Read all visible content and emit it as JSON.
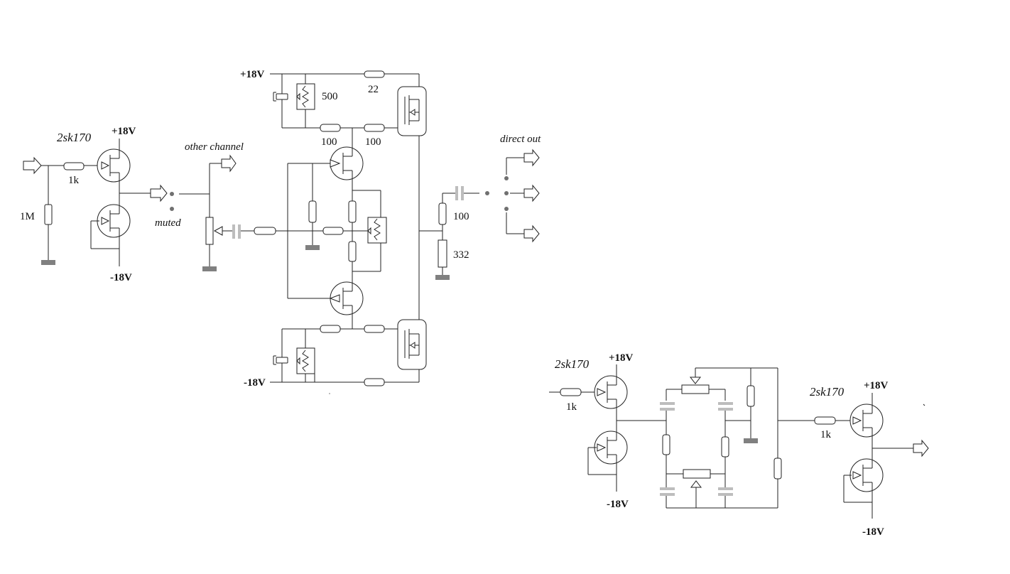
{
  "labels": {
    "jfet_part_1": "2sk170",
    "jfet_part_2": "2sk170",
    "jfet_part_3": "2sk170",
    "pos_supply_buffer1": "+18V",
    "neg_supply_buffer1": "-18V",
    "pos_supply_main": "+18V",
    "neg_supply_main": "-18V",
    "pos_supply_buffer2": "+18V",
    "neg_supply_buffer2": "-18V",
    "pos_supply_buffer3": "+18V",
    "neg_supply_buffer3": "-18V",
    "input_res": "1k",
    "input_res_2": "1k",
    "input_res_3": "1k",
    "input_shunt": "1M",
    "other_channel": "other channel",
    "muted": "muted",
    "direct_out": "direct out",
    "trim_pot": "500",
    "res_22": "22",
    "res_100_a": "100",
    "res_100_b": "100",
    "res_100_out": "100",
    "res_332": "332"
  }
}
